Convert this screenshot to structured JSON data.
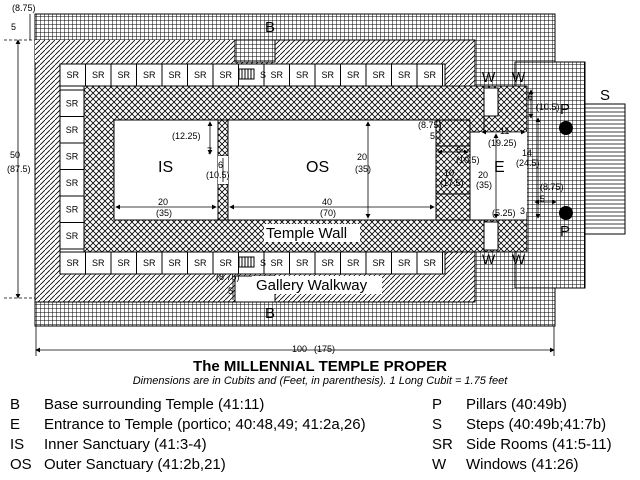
{
  "title": "The MILLENNIAL TEMPLE PROPER",
  "subtitle": "Dimensions are in Cubits and (Feet, in parenthesis). 1 Long Cubit = 1.75 feet",
  "plan": {
    "labels": {
      "base": "B",
      "inner_sanctuary": "IS",
      "outer_sanctuary": "OS",
      "entrance": "E",
      "pillar": "P",
      "steps": "S",
      "window": "W",
      "side_room": "SR",
      "temple_wall": "Temple Wall",
      "gallery_walkway": "Gallery Walkway"
    },
    "dimensions": {
      "d_875": "(8.75)",
      "d_5": "5",
      "d_50": "50",
      "d_875ft": "(87.5)",
      "d_1225": "(12.25)",
      "d_7": "7",
      "d_6": "6",
      "d_105": "(10.5)",
      "d_20": "20",
      "d_35": "(35)",
      "d_40": "40",
      "d_70": "(70)",
      "d_10": "10",
      "d_175": "(17.5)",
      "d_11": "11",
      "d_1925": "(19.25)",
      "d_14": "14",
      "d_245": "(24.5)",
      "d_3": "3",
      "d_525": "(5.25)",
      "d_100": "100",
      "d_175b": "(175)"
    }
  },
  "legend": [
    {
      "key": "B",
      "text": "Base surrounding Temple (41:11)"
    },
    {
      "key": "E",
      "text": "Entrance to Temple (portico; 40:48,49; 41:2a,26)"
    },
    {
      "key": "IS",
      "text": "Inner Sanctuary (41:3-4)"
    },
    {
      "key": "OS",
      "text": "Outer Sanctuary (41:2b,21)"
    },
    {
      "key": "P",
      "text": "Pillars (40:49b)"
    },
    {
      "key": "S",
      "text": "Steps (40:49b;41:7b)"
    },
    {
      "key": "SR",
      "text": "Side Rooms (41:5-11)"
    },
    {
      "key": "W",
      "text": "Windows (41:26)"
    }
  ]
}
